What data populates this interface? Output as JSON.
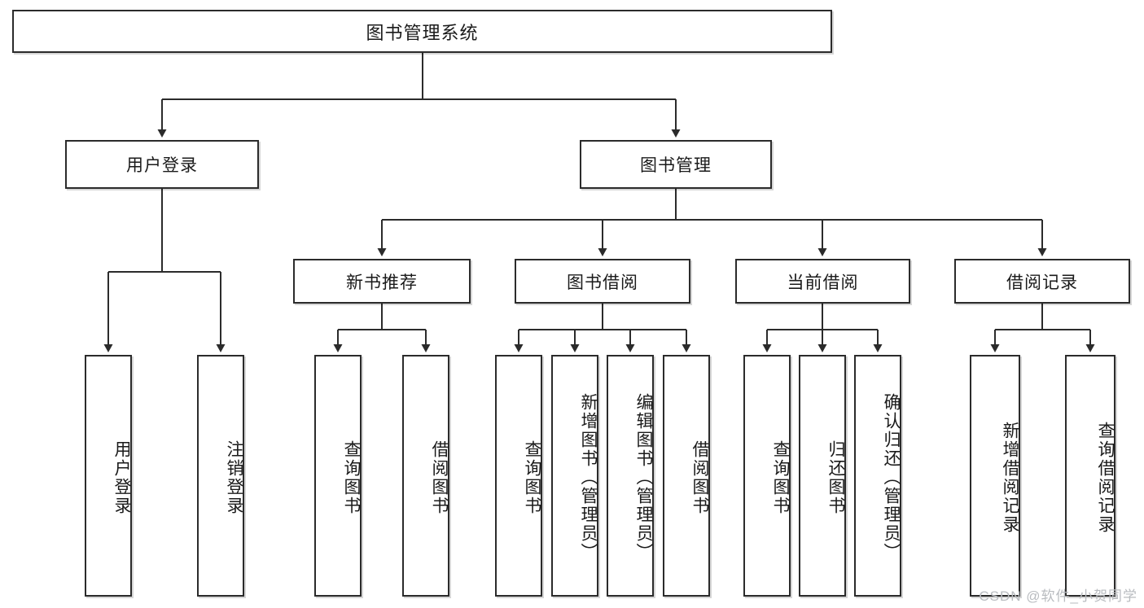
{
  "diagram": {
    "type": "tree-hierarchy",
    "title": "图书管理系统",
    "orientation": "top-down",
    "colors": {
      "box_border": "#2b2b2b",
      "box_fill": "#ffffff",
      "connector": "#2b2b2b",
      "text": "#1a1a1a",
      "watermark": "#b9bcc0",
      "page_background": "#ffffff"
    },
    "watermark": "CSDN @软件_小贺同学",
    "levels": [
      {
        "level": 0,
        "nodes": [
          {
            "id": "root",
            "label": "图书管理系统",
            "orientation": "horizontal"
          }
        ]
      },
      {
        "level": 1,
        "nodes": [
          {
            "id": "user-login",
            "label": "用户登录",
            "orientation": "horizontal",
            "parent": "root"
          },
          {
            "id": "book-manage",
            "label": "图书管理",
            "orientation": "horizontal",
            "parent": "root"
          }
        ]
      },
      {
        "level": 2,
        "nodes": [
          {
            "id": "new-book-rec",
            "label": "新书推荐",
            "orientation": "horizontal",
            "parent": "book-manage"
          },
          {
            "id": "book-borrow",
            "label": "图书借阅",
            "orientation": "horizontal",
            "parent": "book-manage"
          },
          {
            "id": "current-borrow",
            "label": "当前借阅",
            "orientation": "horizontal",
            "parent": "book-manage"
          },
          {
            "id": "borrow-record",
            "label": "借阅记录",
            "orientation": "horizontal",
            "parent": "book-manage"
          }
        ]
      },
      {
        "level": 3,
        "nodes": [
          {
            "id": "leaf-user-login",
            "label": "用户登录",
            "orientation": "vertical",
            "parent": "user-login"
          },
          {
            "id": "leaf-logout",
            "label": "注销登录",
            "orientation": "vertical",
            "parent": "user-login"
          },
          {
            "id": "leaf-query-book-1",
            "label": "查询图书",
            "orientation": "vertical",
            "parent": "new-book-rec"
          },
          {
            "id": "leaf-borrow-book-1",
            "label": "借阅图书",
            "orientation": "vertical",
            "parent": "new-book-rec"
          },
          {
            "id": "leaf-query-book-2",
            "label": "查询图书",
            "orientation": "vertical",
            "parent": "book-borrow"
          },
          {
            "id": "leaf-add-book",
            "label": "新增图书（管理员）",
            "orientation": "vertical",
            "parent": "book-borrow"
          },
          {
            "id": "leaf-edit-book",
            "label": "编辑图书（管理员）",
            "orientation": "vertical",
            "parent": "book-borrow"
          },
          {
            "id": "leaf-borrow-book-2",
            "label": "借阅图书",
            "orientation": "vertical",
            "parent": "book-borrow"
          },
          {
            "id": "leaf-query-book-3",
            "label": "查询图书",
            "orientation": "vertical",
            "parent": "current-borrow"
          },
          {
            "id": "leaf-return-book",
            "label": "归还图书",
            "orientation": "vertical",
            "parent": "current-borrow"
          },
          {
            "id": "leaf-confirm-return",
            "label": "确认归还（管理员）",
            "orientation": "vertical",
            "parent": "current-borrow"
          },
          {
            "id": "leaf-add-record",
            "label": "新增借阅记录",
            "orientation": "vertical",
            "parent": "borrow-record"
          },
          {
            "id": "leaf-query-record",
            "label": "查询借阅记录",
            "orientation": "vertical",
            "parent": "borrow-record"
          }
        ]
      }
    ]
  }
}
